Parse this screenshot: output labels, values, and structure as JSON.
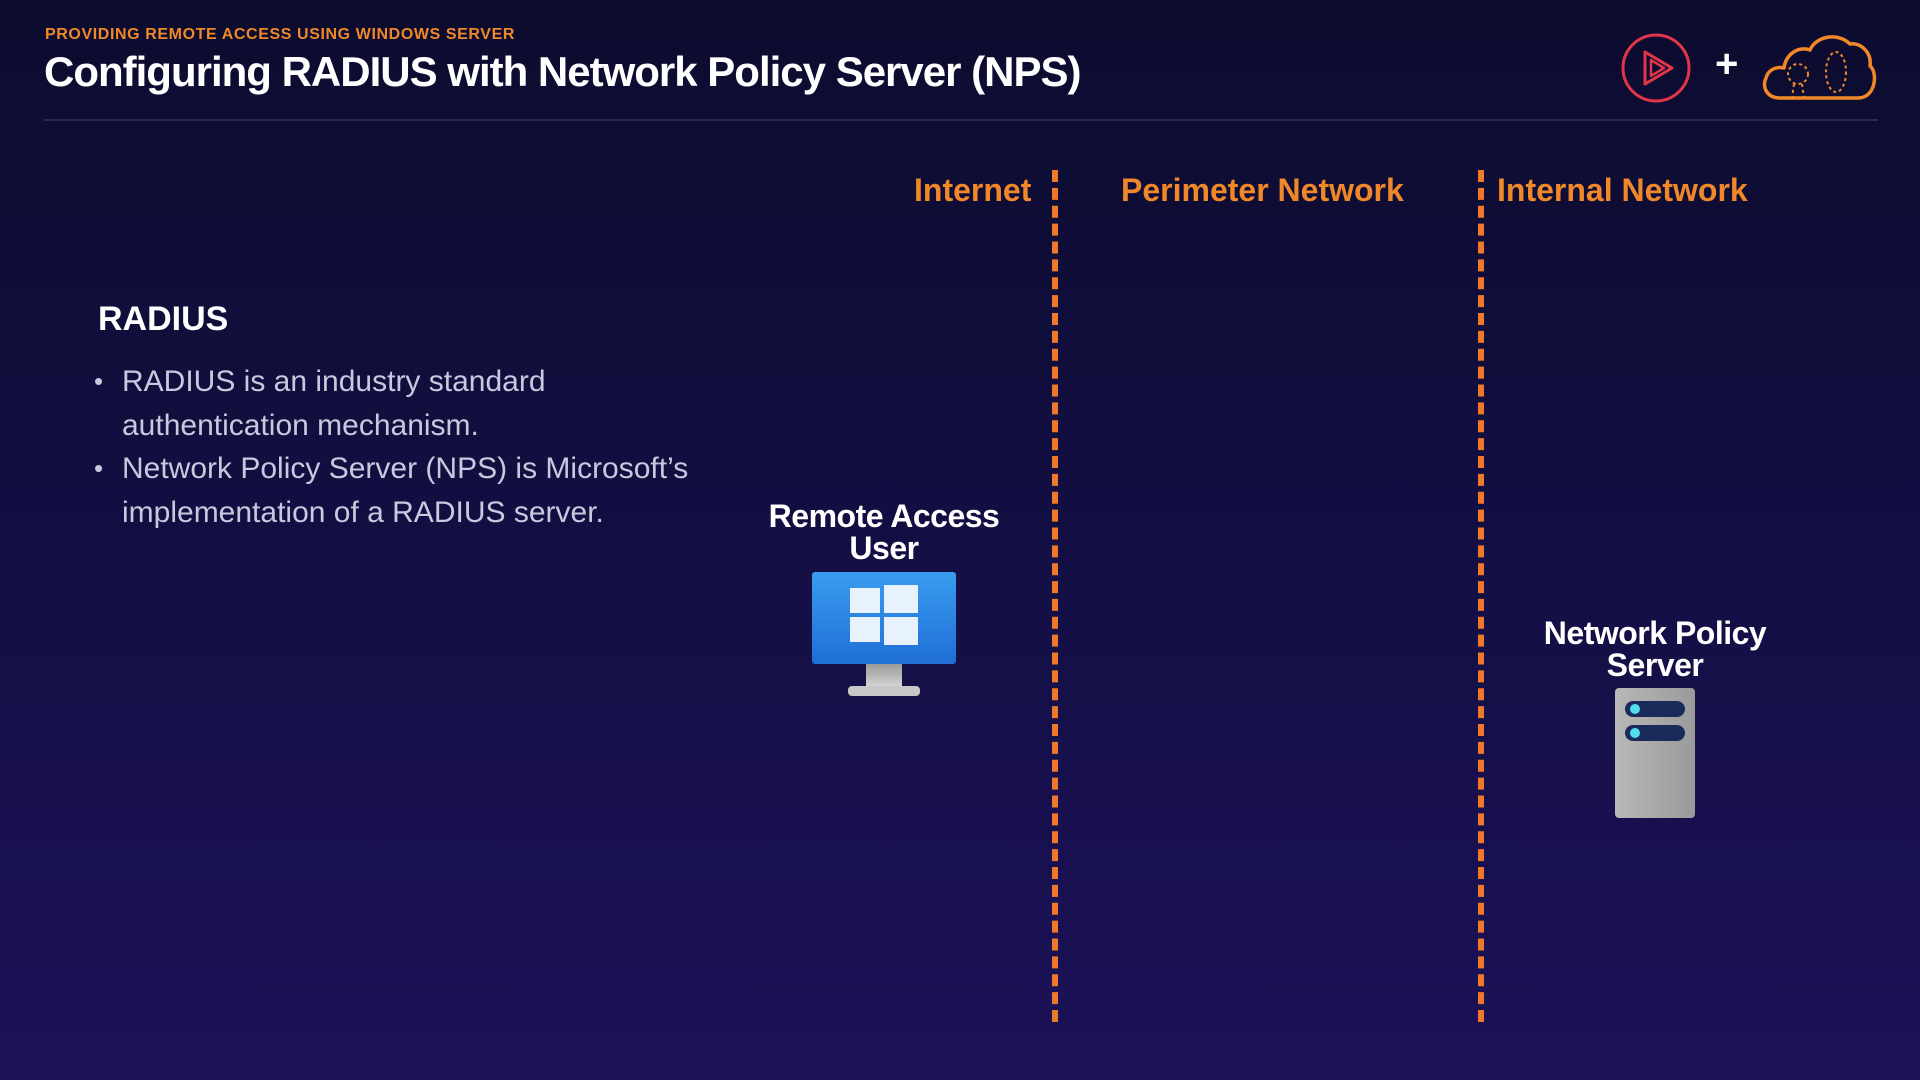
{
  "header": {
    "kicker": "PROVIDING REMOTE ACCESS USING WINDOWS SERVER",
    "title": "Configuring RADIUS with Network Policy Server (NPS)",
    "logos": {
      "left_icon": "play-logo-icon",
      "separator": "+",
      "right_icon": "cloud-logo-icon"
    }
  },
  "content": {
    "heading": "RADIUS",
    "bullets": [
      "RADIUS is an industry standard authentication mechanism.",
      "Network Policy Server (NPS) is Microsoft’s implementation of a RADIUS server."
    ],
    "bullet_marker": "•"
  },
  "diagram": {
    "zones": [
      {
        "label": "Internet"
      },
      {
        "label": "Perimeter Network"
      },
      {
        "label": "Internal Network"
      }
    ],
    "nodes": {
      "client": {
        "label_line1": "Remote Access",
        "label_line2": "User",
        "icon": "windows-monitor-icon"
      },
      "server": {
        "label_line1": "Network Policy",
        "label_line2": "Server",
        "icon": "server-icon"
      }
    }
  },
  "colors": {
    "accent": "#f0882a",
    "divider": "#f0782a",
    "brand_red": "#e0364a",
    "background_top": "#0c0c2e",
    "background_bottom": "#1c1258",
    "body_text": "#c8c9de",
    "heading_text": "#ffffff"
  }
}
